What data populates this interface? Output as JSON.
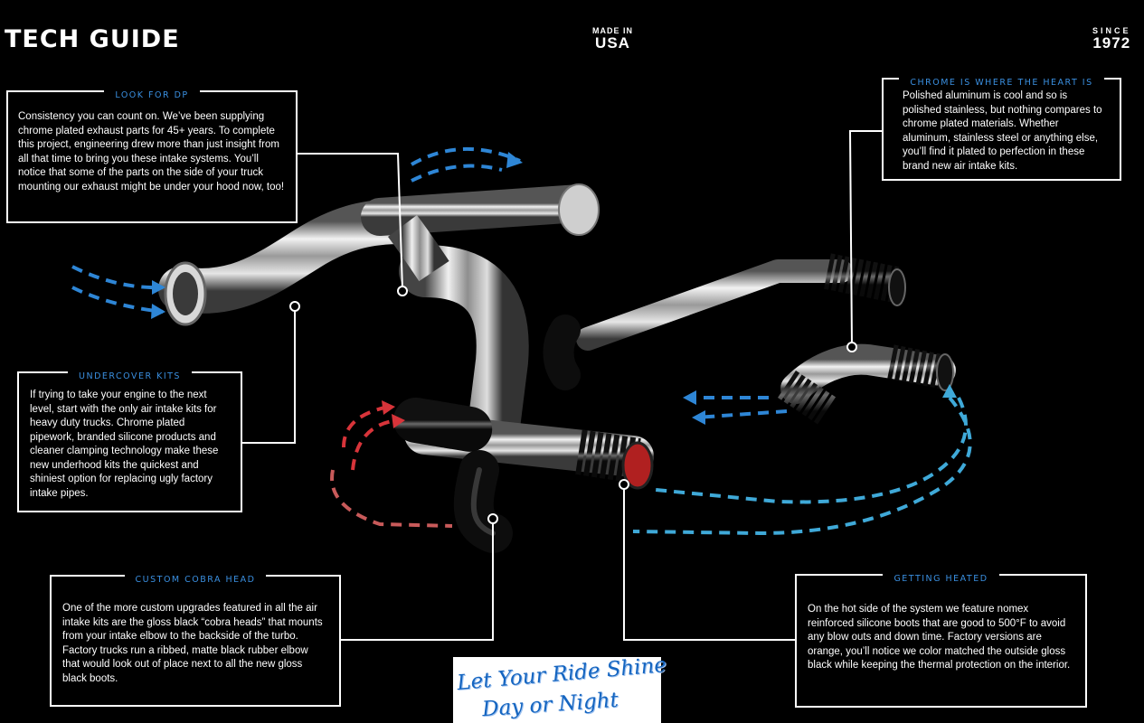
{
  "header": {
    "title": "TECH GUIDE",
    "made_in_line1": "MADE IN",
    "made_in_line2": "USA",
    "since_line1": "SINCE",
    "since_line2": "1972"
  },
  "callouts": {
    "look_for_dp": {
      "heading": "LOOK FOR DP",
      "text": "Consistency you can count on. We’ve been supplying chrome plated exhaust parts for 45+ years. To complete this project, engineering drew more than just insight from all that time to bring you these intake systems. You’ll notice that some of the parts on the side of your truck mounting our exhaust might be under your hood now, too!"
    },
    "chrome": {
      "heading": "CHROME IS WHERE THE HEART IS",
      "text": "Polished aluminum is cool and so is polished stainless, but nothing compares to chrome plated materials. Whether aluminum, stainless steel or anything else, you’ll find it plated to perfection in these brand new air intake kits."
    },
    "undercover": {
      "heading": "UNDERCOVER KITS",
      "text": "If trying to take your engine to the next level, start with the only air intake kits for heavy duty trucks. Chrome plated pipework, branded silicone products and cleaner clamping technology make these new underhood kits the quickest and shiniest option for replacing ugly factory intake pipes."
    },
    "cobra": {
      "heading": "CUSTOM COBRA HEAD",
      "text": "One of the more custom upgrades featured in all the air intake kits are the gloss black “cobra heads” that mounts from your intake elbow to the backside of the turbo. Factory trucks run a ribbed, matte black rubber elbow that would look out of place next to all the new gloss black boots."
    },
    "heated": {
      "heading": "GETTING HEATED",
      "text": "On the hot side of the system we feature nomex reinforced silicone boots that are good to 500°F to avoid any blow outs and down time. Factory versions are orange, you’ll notice we color matched the outside gloss black while keeping the thermal protection on the interior."
    }
  },
  "logo": {
    "line1": "Let Your Ride Shine",
    "line2": "Day or Night"
  },
  "colors": {
    "accent_blue": "#3a8fe0",
    "cold_air": "#2e86d6",
    "hot_air": "#d8343a",
    "cool_air_cyan": "#3fa9d8"
  }
}
